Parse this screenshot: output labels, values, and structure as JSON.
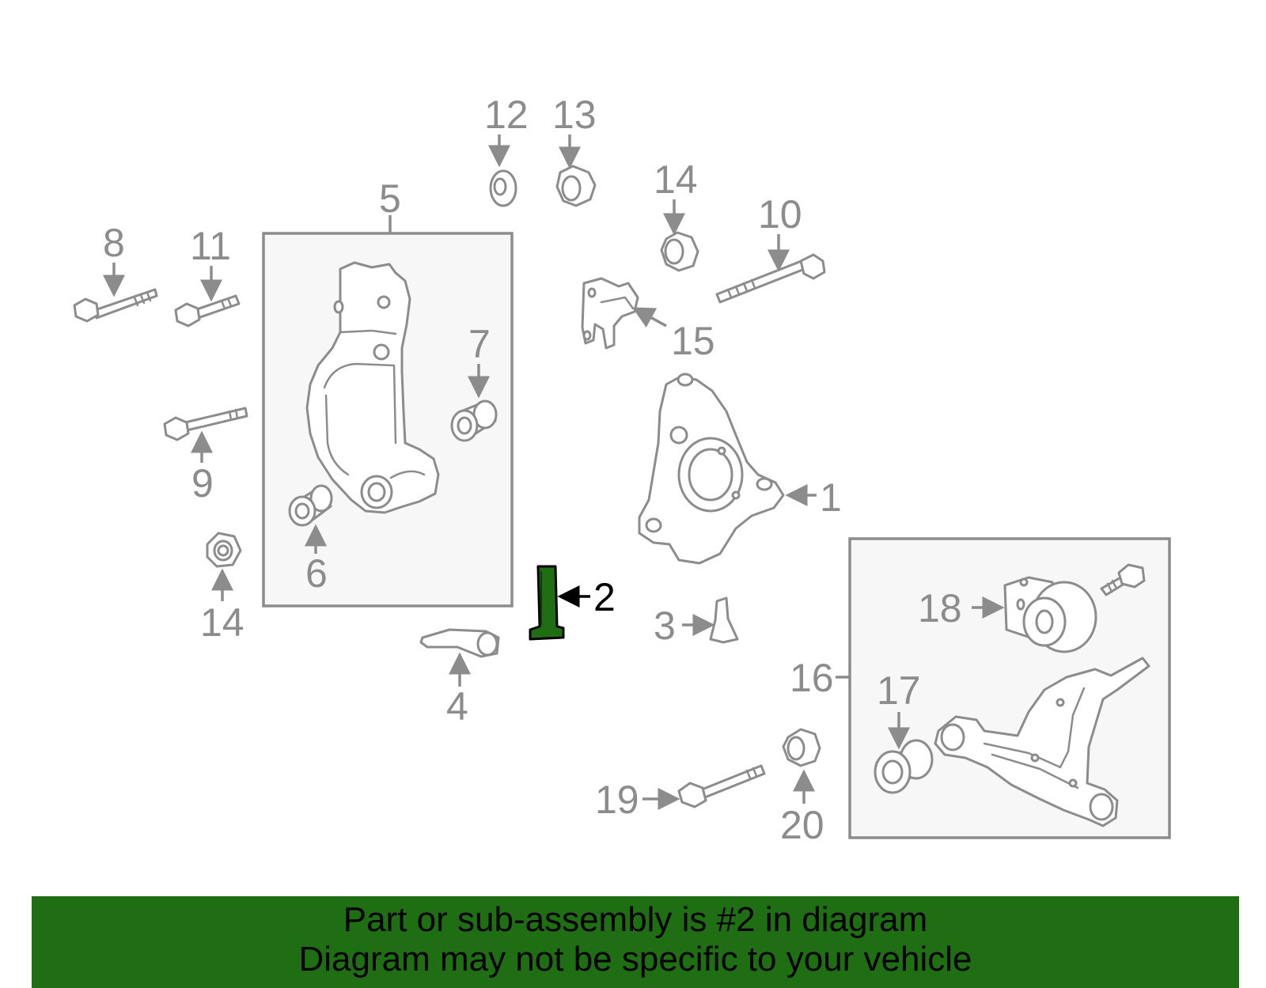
{
  "callouts": {
    "c1": "1",
    "c2": "2",
    "c3": "3",
    "c4": "4",
    "c5": "5",
    "c6": "6",
    "c7": "7",
    "c8": "8",
    "c9": "9",
    "c10": "10",
    "c11": "11",
    "c12": "12",
    "c13": "13",
    "c14a": "14",
    "c14b": "14",
    "c15": "15",
    "c16": "16",
    "c17": "17",
    "c18": "18",
    "c19": "19",
    "c20": "20"
  },
  "highlight": {
    "part_number": "2",
    "color": "#1f6e13"
  },
  "banner": {
    "line1": "Part or sub-assembly is #2 in diagram",
    "line2": "Diagram may not be specific to your vehicle",
    "background": "#1f6e13"
  },
  "colors": {
    "line": "#8c8c8c",
    "highlight_text": "#000000"
  }
}
